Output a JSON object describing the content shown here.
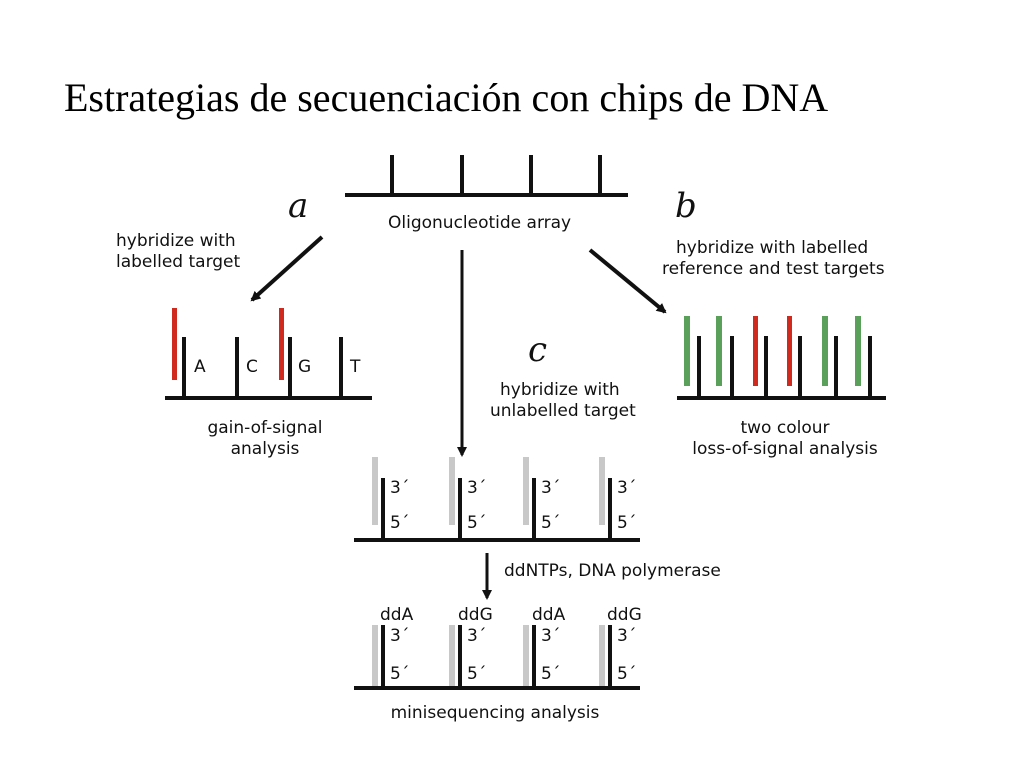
{
  "title": "Estrategias de secuenciación con chips de DNA",
  "array_label": "Oligonucleotide array",
  "panel_a": {
    "letter": "a",
    "instruction_line1": "hybridize with",
    "instruction_line2": "labelled target",
    "bases": [
      "A",
      "C",
      "G",
      "T"
    ],
    "caption_line1": "gain-of-signal",
    "caption_line2": "analysis"
  },
  "panel_b": {
    "letter": "b",
    "instruction_line1": "hybridize with labelled",
    "instruction_line2": "reference and test targets",
    "caption_line1": "two colour",
    "caption_line2": "loss-of-signal analysis"
  },
  "panel_c": {
    "letter": "c",
    "instruction_line1": "hybridize with",
    "instruction_line2": "unlabelled target",
    "end3": "3´",
    "end5": "5´",
    "step_label": "ddNTPs, DNA polymerase",
    "dd_labels": [
      "ddA",
      "ddG",
      "ddA",
      "ddG"
    ],
    "caption": "minisequencing analysis"
  },
  "colors": {
    "red_signal": "#d02a1e",
    "green_signal": "#5aa05a",
    "grey_strand": "#c8c8c8",
    "probe": "#111111"
  }
}
